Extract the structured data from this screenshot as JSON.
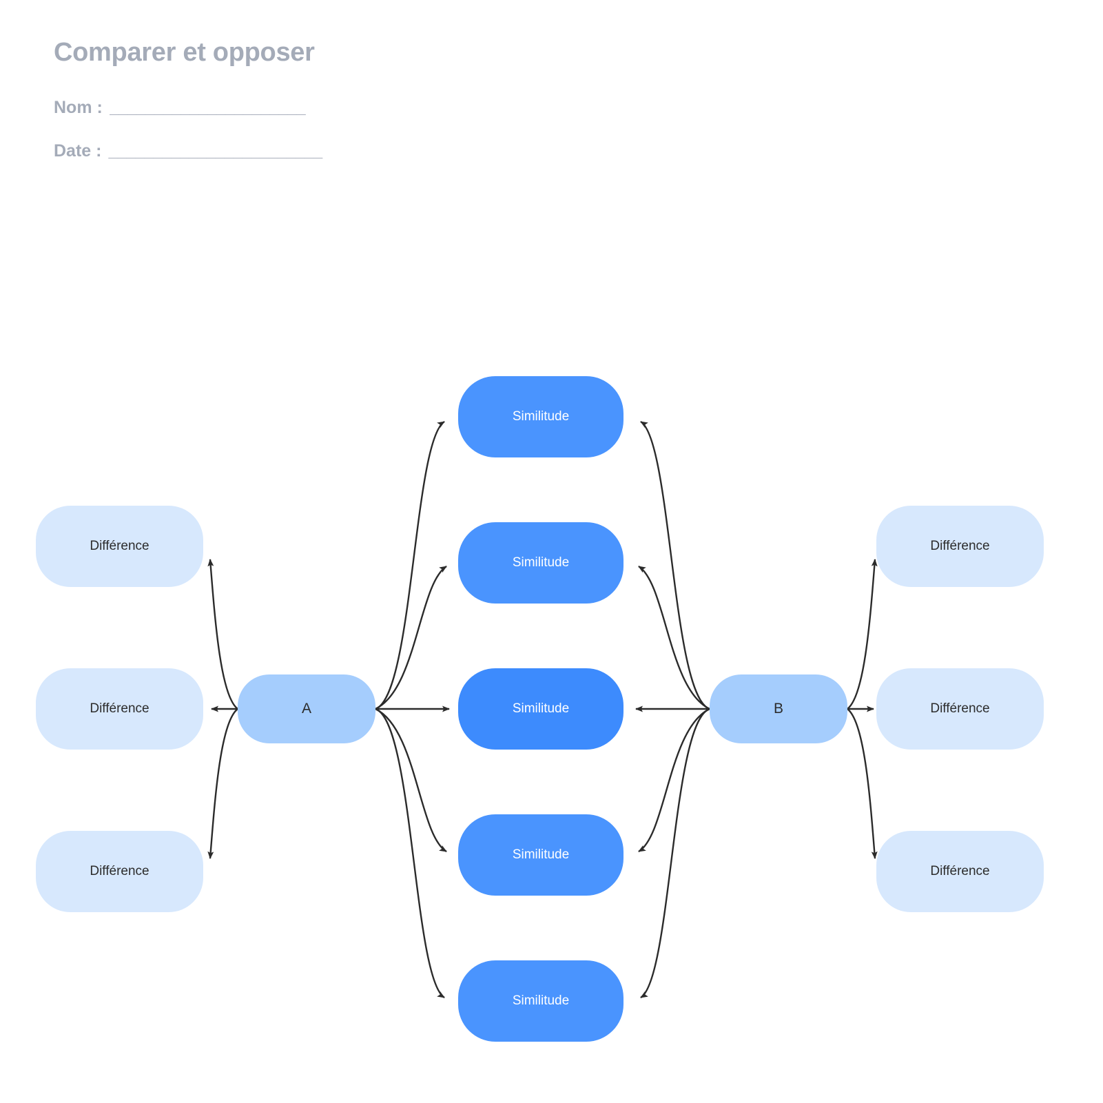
{
  "header": {
    "title": "Comparer et opposer",
    "fields": [
      {
        "label": "Nom :",
        "line": "______________________"
      },
      {
        "label": "Date :",
        "line": "________________________"
      }
    ]
  },
  "diagram": {
    "subjects": [
      {
        "id": "a",
        "label": "A"
      },
      {
        "id": "b",
        "label": "B"
      }
    ],
    "similarities": [
      {
        "label": "Similitude"
      },
      {
        "label": "Similitude"
      },
      {
        "label": "Similitude"
      },
      {
        "label": "Similitude"
      },
      {
        "label": "Similitude"
      }
    ],
    "differences_left": [
      {
        "label": "Différence"
      },
      {
        "label": "Différence"
      },
      {
        "label": "Différence"
      }
    ],
    "differences_right": [
      {
        "label": "Différence"
      },
      {
        "label": "Différence"
      },
      {
        "label": "Différence"
      }
    ]
  },
  "colors": {
    "title_gray": "#a4abb8",
    "difference_fill": "#d7e8fd",
    "similitude_fill": "#4a94fe",
    "similitude_center_fill": "#3d8bfd",
    "subject_fill": "#a5cdfd",
    "edge_stroke": "#2b2b2b",
    "text_dark": "#2c2c2c",
    "text_light": "#ffffff",
    "background": "#ffffff"
  }
}
